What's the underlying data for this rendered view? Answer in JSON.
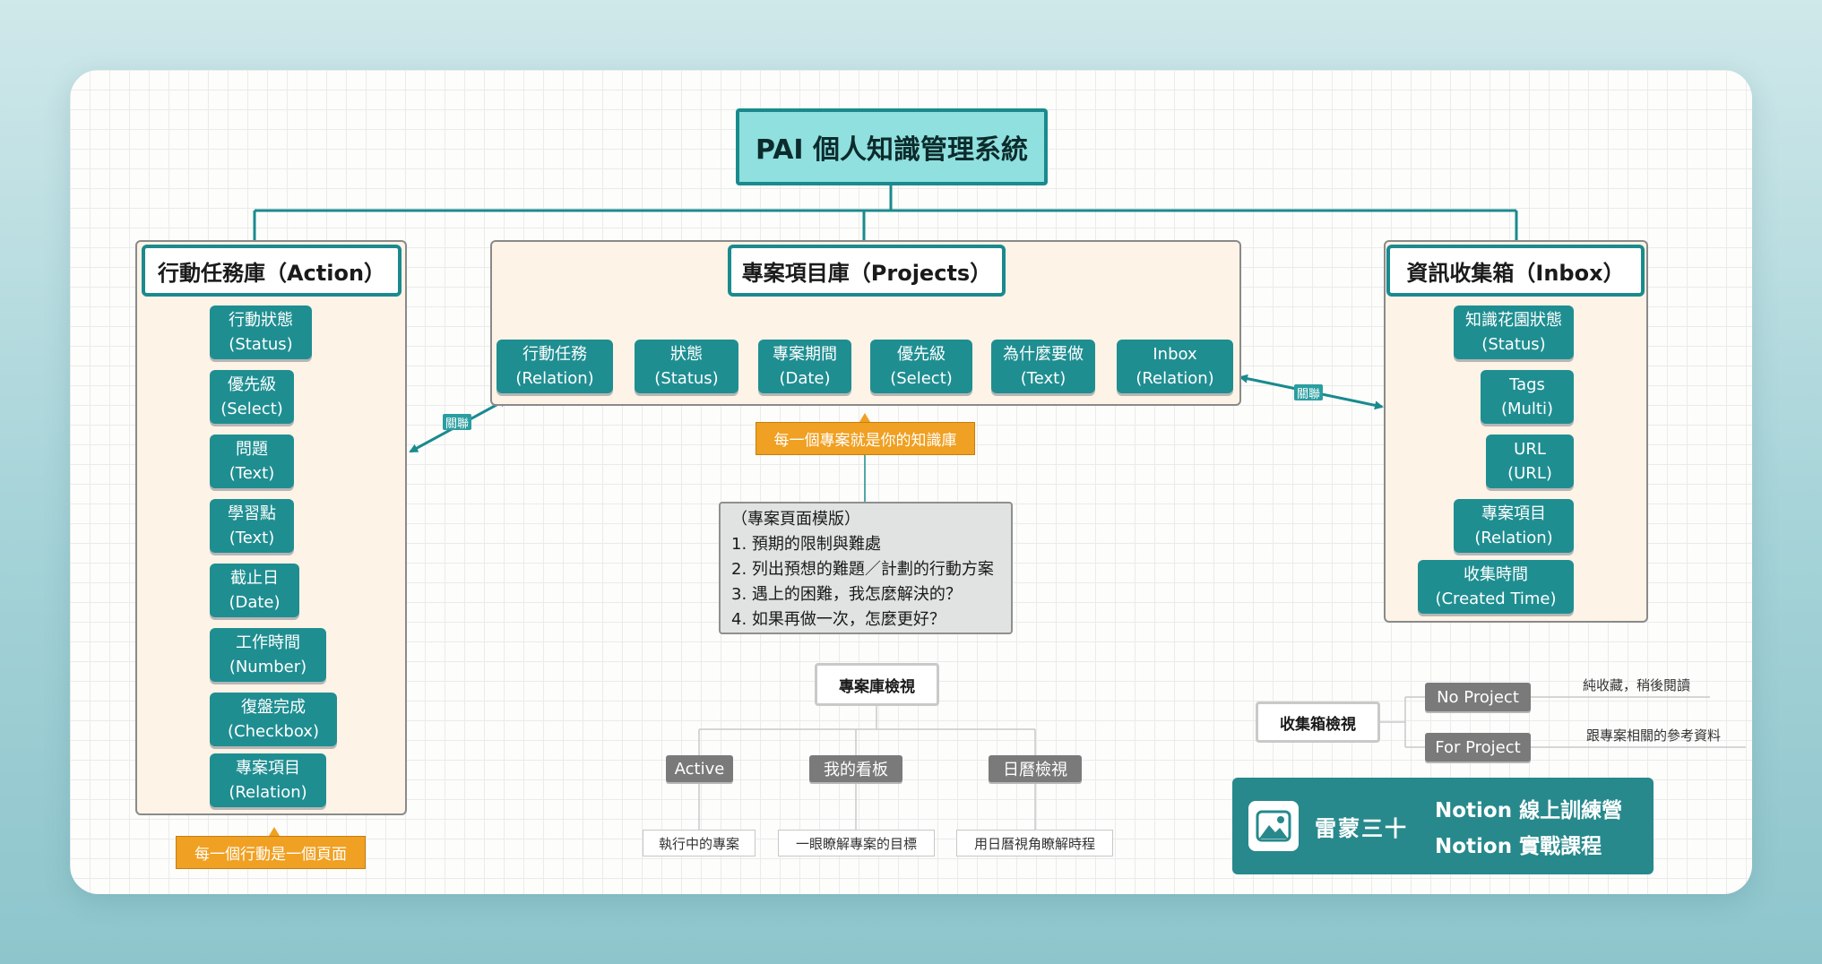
{
  "title": "PAI 個人知識管理系統",
  "action": {
    "title": "行動任務庫（Action）",
    "fields": [
      {
        "name": "行動狀態",
        "type": "(Status)"
      },
      {
        "name": "優先級",
        "type": "(Select)"
      },
      {
        "name": "問題",
        "type": "(Text)"
      },
      {
        "name": "學習點",
        "type": "(Text)"
      },
      {
        "name": "截止日",
        "type": "(Date)"
      },
      {
        "name": "工作時間",
        "type": "(Number)"
      },
      {
        "name": "復盤完成",
        "type": "(Checkbox)"
      },
      {
        "name": "專案項目",
        "type": "(Relation)"
      }
    ],
    "note": "每一個行動是一個頁面"
  },
  "projects": {
    "title": "專案項目庫（Projects）",
    "fields": [
      {
        "name": "行動任務",
        "type": "(Relation)"
      },
      {
        "name": "狀態",
        "type": "(Status)"
      },
      {
        "name": "專案期間",
        "type": "(Date)"
      },
      {
        "name": "優先級",
        "type": "(Select)"
      },
      {
        "name": "為什麼要做",
        "type": "(Text)"
      },
      {
        "name": "Inbox",
        "type": "(Relation)"
      }
    ],
    "note": "每一個專案就是你的知識庫",
    "template": [
      "（專案頁面模版）",
      "1. 預期的限制與難處",
      "2. 列出預想的難題／計劃的行動方案",
      "3. 遇上的困難，我怎麼解決的？",
      "4. 如果再做一次，怎麼更好？"
    ]
  },
  "inbox": {
    "title": "資訊收集箱（Inbox）",
    "fields": [
      {
        "name": "知識花園狀態",
        "type": "(Status)"
      },
      {
        "name": "Tags",
        "type": "(Multi)"
      },
      {
        "name": "URL",
        "type": "(URL)"
      },
      {
        "name": "專案項目",
        "type": "(Relation)"
      },
      {
        "name": "收集時間",
        "type": "(Created Time)"
      }
    ]
  },
  "relation_label": "關聯",
  "project_views": {
    "title": "專案庫檢視",
    "items": [
      {
        "label": "Active",
        "desc": "執行中的專案"
      },
      {
        "label": "我的看板",
        "desc": "一眼瞭解專案的目標"
      },
      {
        "label": "日曆檢視",
        "desc": "用日曆視角瞭解時程"
      }
    ]
  },
  "inbox_views": {
    "title": "收集箱檢視",
    "items": [
      {
        "label": "No Project",
        "desc": "純收藏，稍後閱讀"
      },
      {
        "label": "For Project",
        "desc": "跟專案相關的參考資料"
      }
    ]
  },
  "brand": {
    "name": "雷蒙三十",
    "line1": "Notion 線上訓練營",
    "line2": "Notion 實戰課程",
    "icon": "image-icon"
  },
  "colors": {
    "teal": "#1f8e91",
    "title_fill": "#8fe0de",
    "panel_fill": "#fdf3e6",
    "orange": "#f0a022",
    "gray_node": "#7a7a7a"
  }
}
